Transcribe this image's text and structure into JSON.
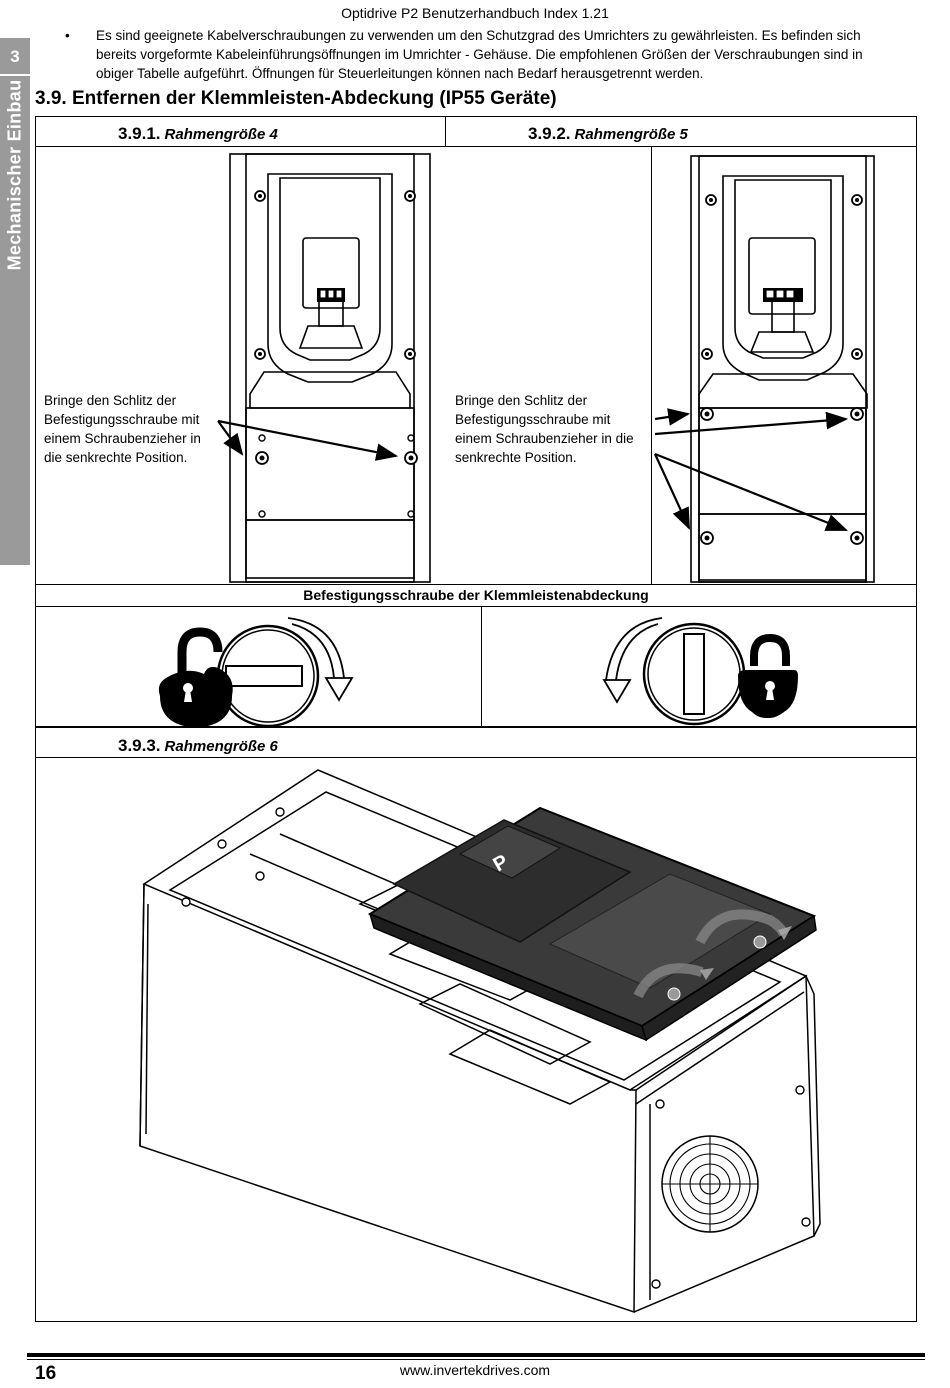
{
  "header": {
    "title": "Optidrive P2  Benutzerhandbuch Index 1.21"
  },
  "side_tab": {
    "number": "3",
    "label": "Mechanischer Einbau"
  },
  "intro": {
    "bullet": "•",
    "text": "Es sind geeignete Kabelverschraubungen zu verwenden um den Schutzgrad des Umrichters zu gewährleisten. Es befinden sich bereits vorgeformte Kabeleinführungsöffnungen im Umrichter - Gehäuse. Die empfohlenen Größen der Verschraubungen sind in obiger Tabelle aufgeführt. Öffnungen für Steuerleitungen können nach Bedarf herausgetrennt werden."
  },
  "section": {
    "title": "3.9. Entfernen der Klemmleisten-Abdeckung (IP55 Geräte)"
  },
  "frame4": {
    "number": "3.9.1.",
    "name": "Rahmengröße 4",
    "caption": "Bringe den Schlitz der Befestigungsschraube mit einem Schraubenzieher in die senkrechte Position."
  },
  "frame5": {
    "number": "3.9.2.",
    "name": "Rahmengröße 5",
    "caption": "Bringe den Schlitz der Befestigungsschraube mit einem Schraubenzieher in die senkrechte Position."
  },
  "screw_label": "Befestigungsschraube der Klemmleistenabdeckung",
  "frame6": {
    "number": "3.9.3.",
    "name": "Rahmengröße 6"
  },
  "footer": {
    "page": "16",
    "url": "www.invertekdrives.com"
  }
}
